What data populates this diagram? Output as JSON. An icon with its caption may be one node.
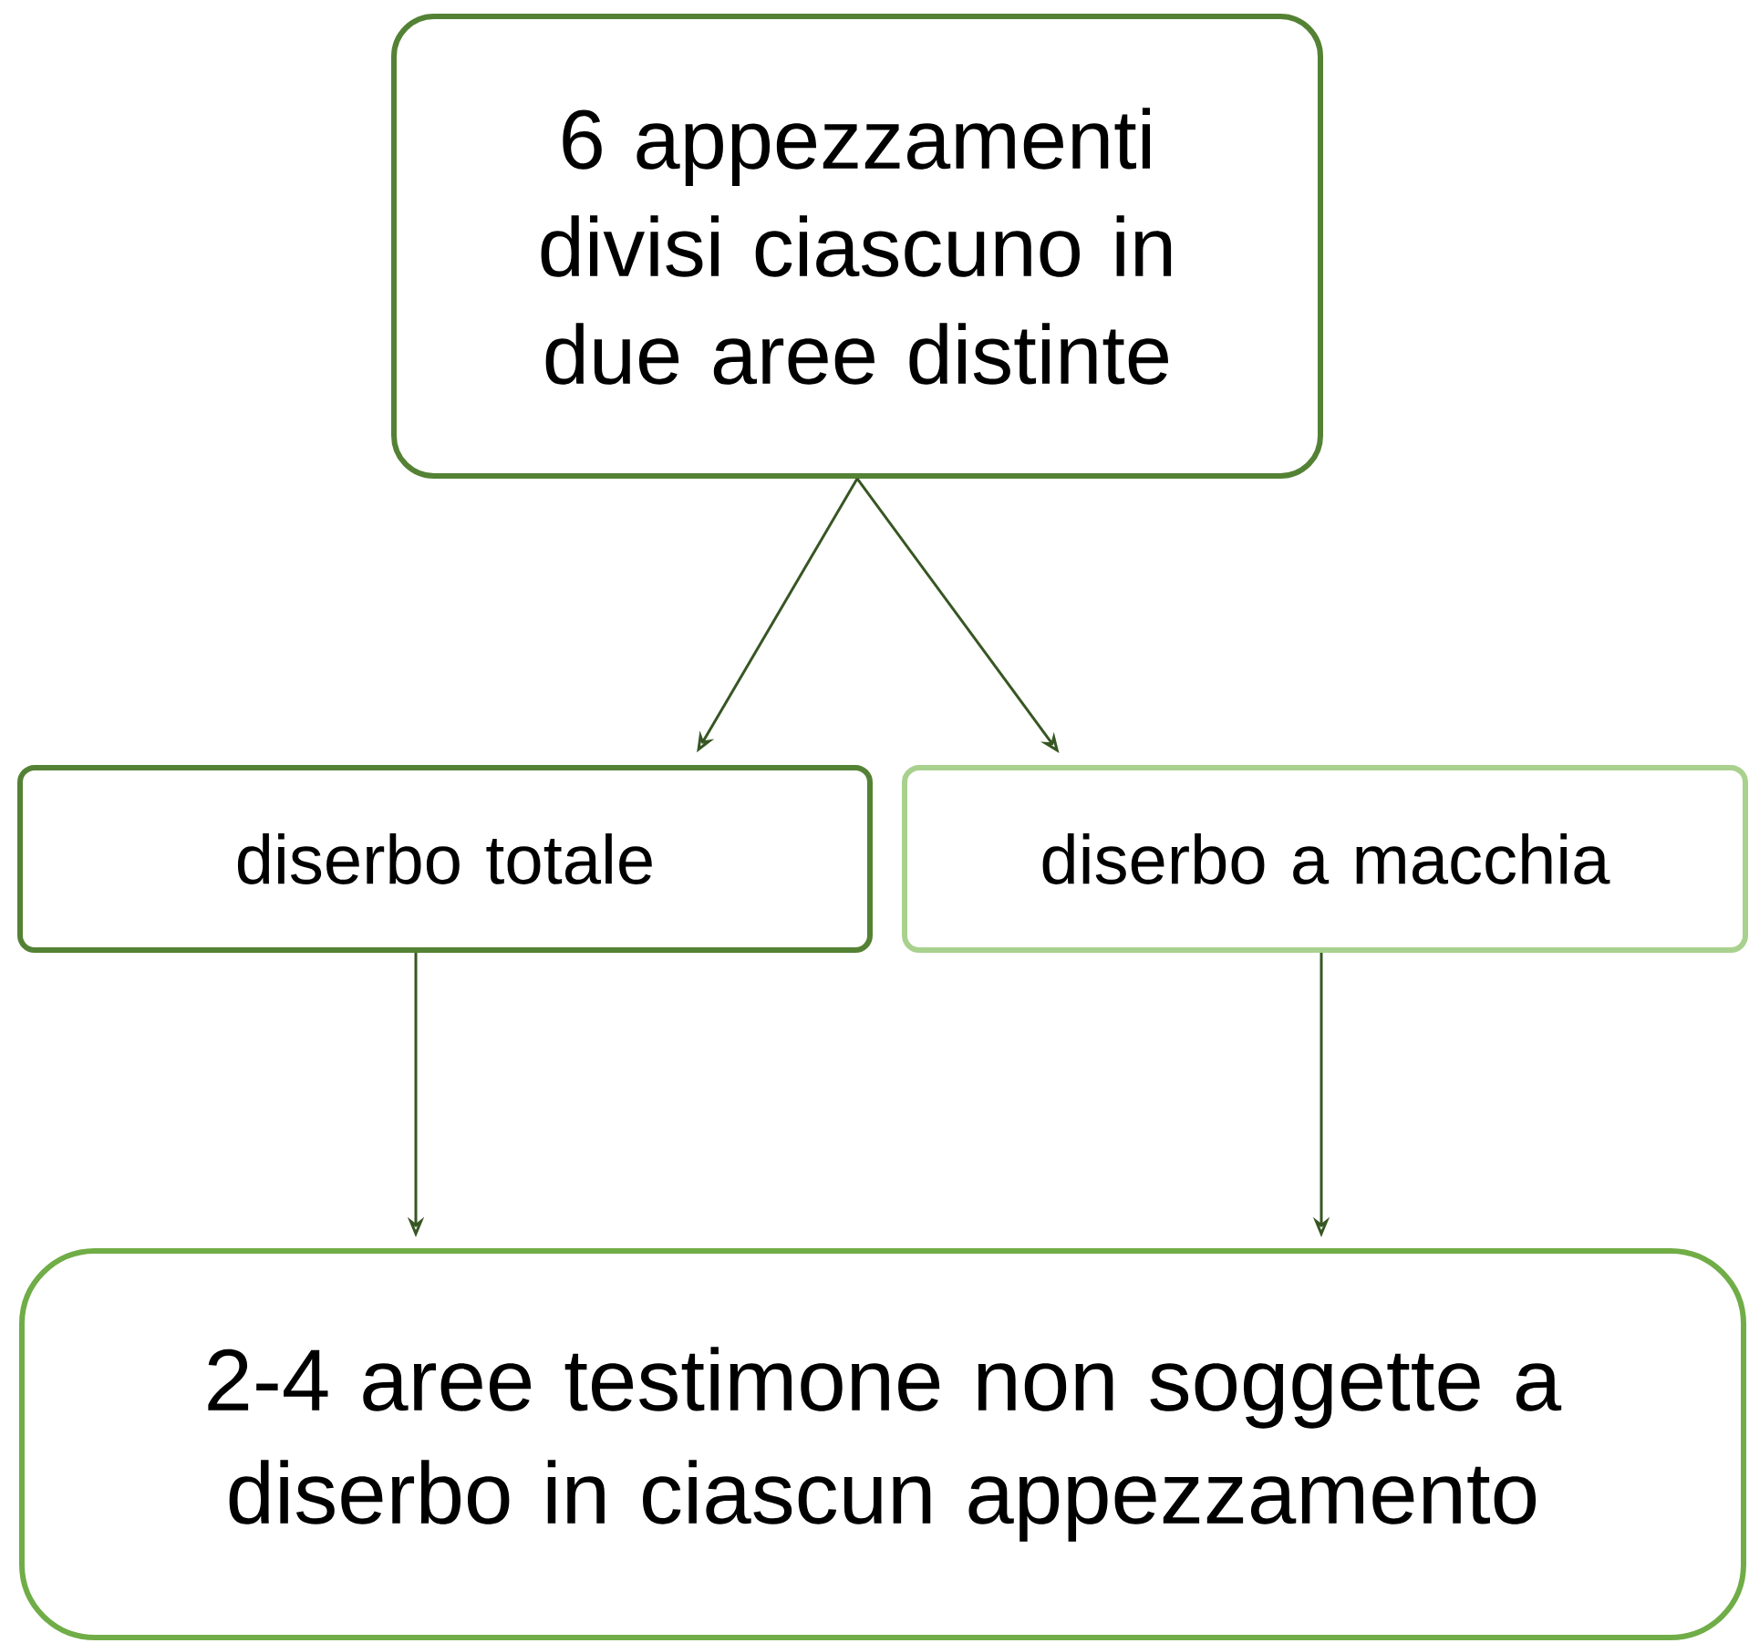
{
  "diagram": {
    "nodes": [
      {
        "text": [
          "6 appezzamenti divisi ciascuno in due aree distinte"
        ]
      },
      {
        "text": [
          "diserbo totale"
        ]
      },
      {
        "text": [
          "diserbo a macchia"
        ]
      },
      {
        "text": [
          "2-4 aree testimone non soggette a diserbo in ciascun appezzamento"
        ]
      }
    ],
    "edges": [
      {
        "from": 0,
        "to": 1,
        "arrow": "to"
      },
      {
        "from": 0,
        "to": 2,
        "arrow": "to"
      },
      {
        "from": 1,
        "to": 3,
        "arrow": "to"
      },
      {
        "from": 2,
        "to": 3,
        "arrow": "to"
      }
    ]
  }
}
